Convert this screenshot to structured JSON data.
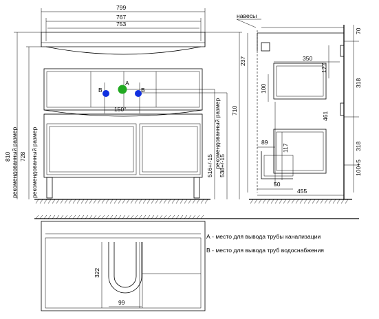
{
  "front_view": {
    "width_dims": [
      "799",
      "767",
      "753"
    ],
    "pipe_spacing": "150°",
    "left_dims": [
      "810",
      "728"
    ],
    "rec_size": "рекомендованный размер",
    "right_dims": [
      "516+/-15",
      "538+/-15",
      "710"
    ],
    "rec_size_right": "рекомендованный размер",
    "point_a": "A",
    "point_b_left": "B",
    "point_b_right": "B"
  },
  "side_view": {
    "hinges_label": "навесы",
    "dims_left": [
      "237",
      "100",
      "461",
      "117"
    ],
    "dims_mid": [
      "350",
      "177"
    ],
    "dims_right": [
      "70",
      "318",
      "318",
      "100+5"
    ],
    "dims_bottom": [
      "89",
      "50",
      "455"
    ]
  },
  "top_view": {
    "dims": [
      "322",
      "99"
    ]
  },
  "legend": {
    "a_text": "А - место для вывода трубы канализации",
    "b_text": "В - место для вывода труб водоснабжения"
  },
  "colors": {
    "drain_point": "#22aa22",
    "water_point": "#1030e0"
  }
}
